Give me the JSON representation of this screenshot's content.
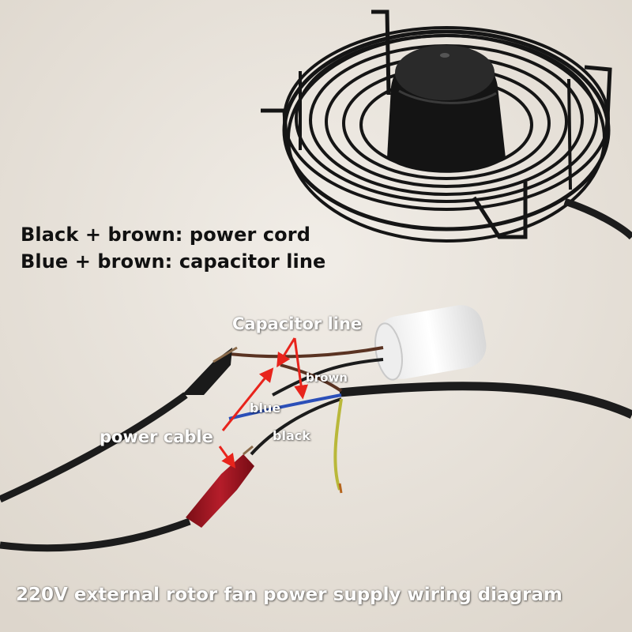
{
  "legend": {
    "line1": "Black + brown: power cord",
    "line2": "Blue + brown: capacitor line"
  },
  "labels": {
    "capacitor_line": "Capacitor line",
    "brown": "brown",
    "blue": "blue",
    "black": "black",
    "power_cable": "power cable"
  },
  "caption": "220V external rotor fan power supply wiring diagram",
  "colors": {
    "arrow": "#e8241c",
    "brown_wire": "#5a3322",
    "blue_wire": "#2b4fb8",
    "ground_wire": "#b9b83a",
    "red_clip": "#9b1420",
    "cable": "#1c1c1c"
  }
}
